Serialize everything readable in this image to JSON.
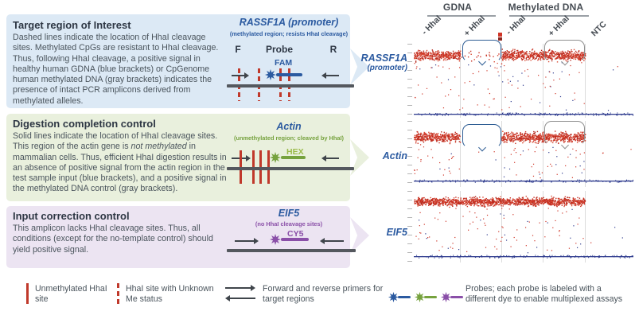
{
  "panels": [
    {
      "title": "Target region of Interest",
      "body": "Dashed lines indicate the location of HhaI cleavage sites. Methylated CpGs are resistant to HhaI cleavage. Thus, following HhaI cleavage, a positive signal in healthy human GDNA (blue brackets) or CpGenome human methylated DNA (gray brackets) indicates the presence of intact PCR amplicons derived from methylated alleles.",
      "gene": "RASSF1A (promoter)",
      "gene_note": "(methylated region; resists HhaI cleavage)",
      "f_label": "F",
      "probe_label": "Probe",
      "r_label": "R",
      "dye": "FAM"
    },
    {
      "title": "Digestion completion control",
      "body_pre": "Solid lines indicate the location of HhaI cleavage sites. This region of the actin gene is ",
      "body_italic": "not methylated",
      "body_post": " in mammalian cells. Thus, efficient HhaI digestion results in an absence of positive signal from the actin region in the test sample input (blue brackets), and a positive signal in the methylated DNA control (gray brackets).",
      "gene": "Actin",
      "gene_note": "(unmethylated region; cleaved by HhaI)",
      "dye": "HEX"
    },
    {
      "title": "Input correction control",
      "body": "This amplicon lacks HhaI cleavage sites. Thus, all conditions (except for the no-template control) should yield positive signal.",
      "gene": "EIF5",
      "gene_note": "(no HhaI cleavage sites)",
      "dye": "CY5"
    }
  ],
  "chart_data": {
    "type": "scatter",
    "description": "Droplet digital PCR 1D amplitude plots; red band = positive droplets, navy line = negative droplets",
    "groups": [
      {
        "label": "GDNA",
        "columns": [
          0,
          1
        ]
      },
      {
        "label": "Methylated DNA",
        "columns": [
          2,
          3
        ]
      }
    ],
    "columns": [
      "- HhaI",
      "+ HhaI",
      "- HhaI",
      "+ HhaI",
      "NTC"
    ],
    "rows": [
      {
        "label": "RASSF1A",
        "sublabel": "(promoter)",
        "positive_signal": [
          "dense",
          "sparse",
          "dense",
          "dense",
          "none"
        ],
        "negative_band": "all columns",
        "brackets": [
          {
            "column": 1,
            "color": "blue"
          },
          {
            "column": 3,
            "color": "gray"
          }
        ]
      },
      {
        "label": "Actin",
        "sublabel": "",
        "positive_signal": [
          "dense",
          "none",
          "dense",
          "dense",
          "none"
        ],
        "negative_band": "all columns",
        "brackets": [
          {
            "column": 1,
            "color": "blue"
          },
          {
            "column": 3,
            "color": "gray"
          }
        ]
      },
      {
        "label": "EIF5",
        "sublabel": "",
        "positive_signal": [
          "dense",
          "dense",
          "dense",
          "dense",
          "none"
        ],
        "negative_band": "all columns",
        "brackets": []
      }
    ]
  },
  "legend": {
    "items": [
      {
        "label": "Unmethylated HhaI site"
      },
      {
        "label": "HhaI site with Unknown Me status"
      },
      {
        "label": "Forward and reverse primers for target regions"
      },
      {
        "label": "Probes; each probe is labeled with a different dye to enable multiplexed assays"
      }
    ]
  },
  "colors": {
    "panel_blue_bg": "#dce9f5",
    "panel_green_bg": "#e9f0dd",
    "panel_purple_bg": "#ece4f2",
    "accent_blue": "#2b5aa0",
    "accent_green": "#76a23e",
    "accent_purple": "#8a4fa8",
    "hex_label": "#9aba4a",
    "red": "#c0392b",
    "dot_red": "#cf3527",
    "dot_red2": "#b52a1e",
    "neg_navy": "#2e3b8e",
    "bracket_blue": "#2e5d94",
    "bracket_gray": "#8f8f8f",
    "dna_gray": "#54585e",
    "text_dark": "#2e3744",
    "text_body": "#4a545c"
  }
}
